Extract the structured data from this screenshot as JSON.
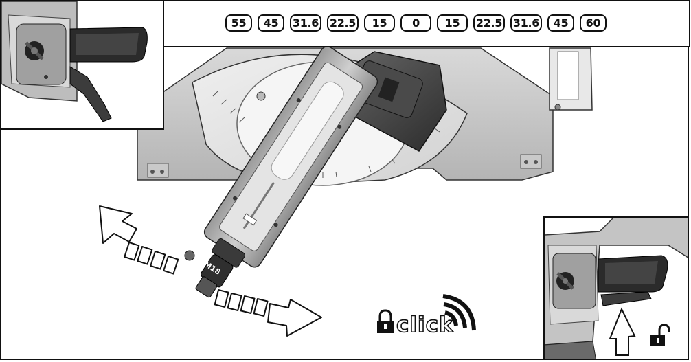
{
  "angle_scale": {
    "left": [
      "55",
      "45",
      "31.6",
      "22.5",
      "15"
    ],
    "center": "0",
    "right": [
      "15",
      "22.5",
      "31.6",
      "45",
      "60"
    ]
  },
  "sound_label": "click",
  "saw_badge": "M18",
  "icons": {
    "locked": "padlock-locked-icon",
    "unlocked": "padlock-unlocked-icon",
    "sound": "sound-waves-icon",
    "rotate": "double-headed-arrow-icon",
    "push": "up-arrow-icon"
  },
  "colors": {
    "ink": "#111111",
    "metal_light": "#dcdcdc",
    "metal_mid": "#a8a8a8",
    "metal_dark": "#555555",
    "handle": "#3a3a3a"
  }
}
